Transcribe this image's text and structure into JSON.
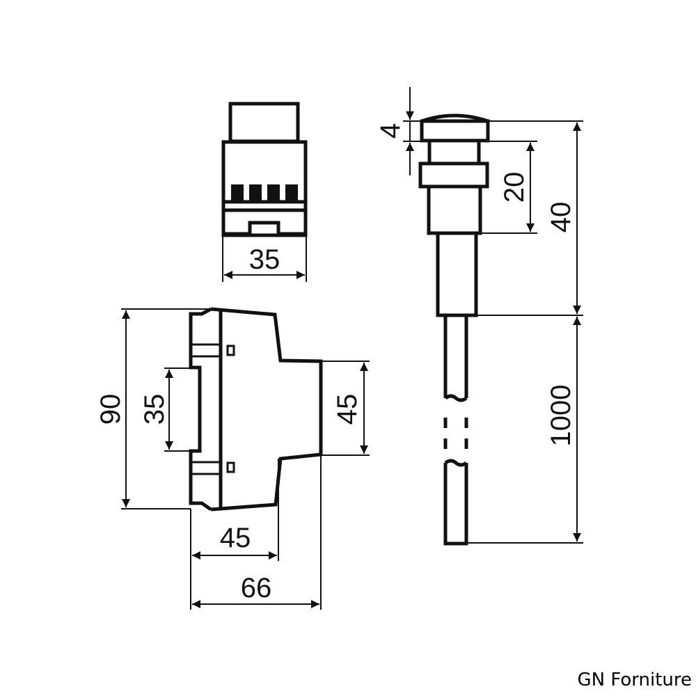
{
  "dimensions": {
    "front_width": "35",
    "side_height": "90",
    "side_rail": "35",
    "side_front_height": "45",
    "side_depth_front": "45",
    "side_depth_total": "66",
    "sensor_cap": "4",
    "sensor_thread": "20",
    "sensor_body": "40",
    "sensor_cable": "1000"
  },
  "brand": "GN Forniture"
}
